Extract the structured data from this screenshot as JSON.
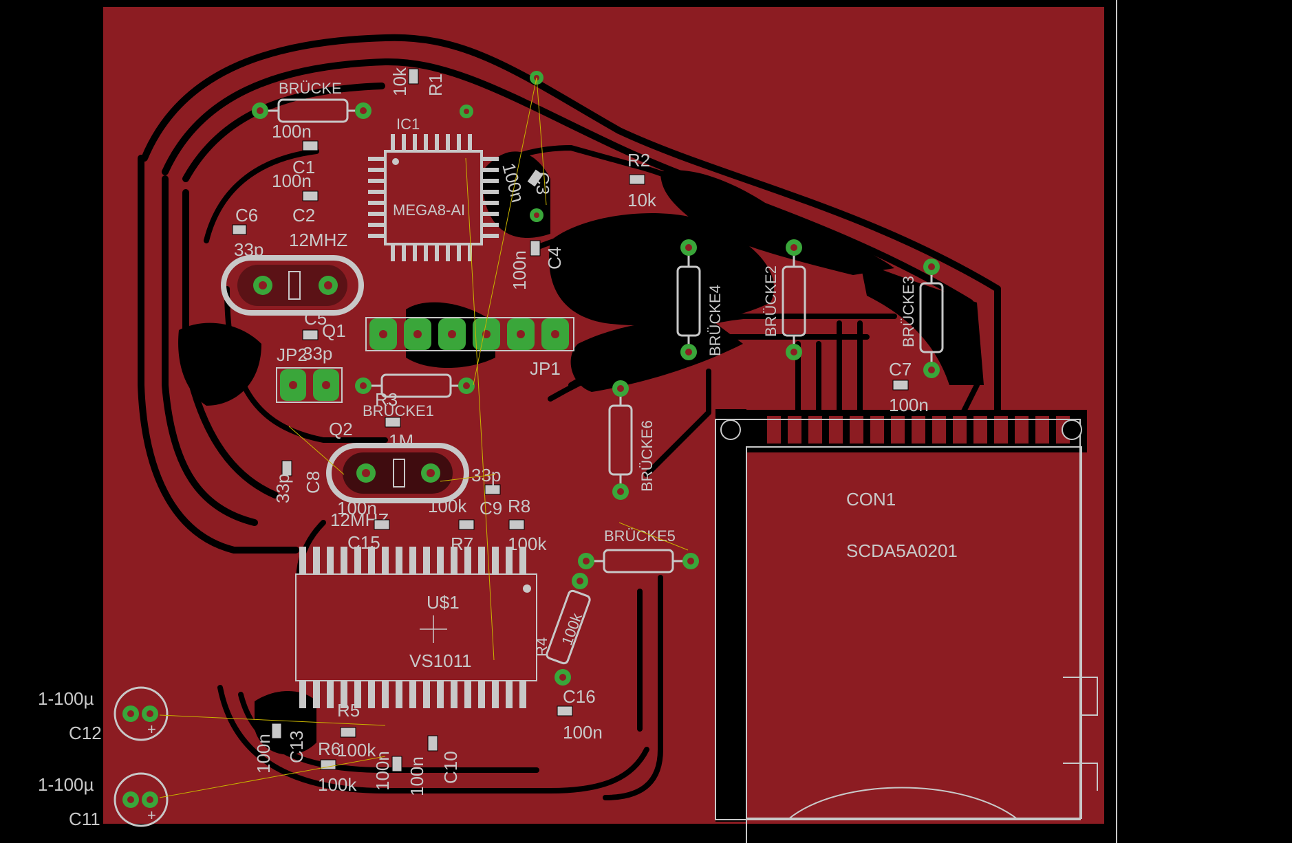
{
  "colors": {
    "background": "#000000",
    "copper_pour": "#8c1c22",
    "trace": "#8c1c22",
    "silkscreen": "#c8c8c8",
    "pad": "#3aa63a",
    "ratsnest": "#c8b400"
  },
  "components": {
    "bruecke_top": "BRÜCKE",
    "c1_value": "100n",
    "c1": "C1",
    "c2_value": "100n",
    "c2": "C2",
    "c6": "C6",
    "c6_value": "33p",
    "crystal_top_value": "12MHZ",
    "c5": "C5",
    "c5_value": "33p",
    "q1": "Q1",
    "jp2": "JP2",
    "r1": "R1",
    "r1_value": "10k",
    "ic1": "IC1",
    "ic1_value": "MEGA8-AI",
    "c3": "C3",
    "c3_value": "100n",
    "c4": "C4",
    "c4_value": "100n",
    "r2": "R2",
    "r2_value": "10k",
    "jp1": "JP1",
    "bruecke4": "BRÜCKE4",
    "bruecke2": "BRÜCKE2",
    "bruecke3": "BRÜCKE3",
    "c7": "C7",
    "c7_value": "100n",
    "r3": "R3",
    "bruecke1": "BRÜCKE1",
    "q2": "Q2",
    "r_1m": "1M",
    "c8": "C8",
    "c8_value": "33p",
    "c9": "C9",
    "c9_value": "33p",
    "crystal_bottom_value": "12MHZ",
    "c15": "C15",
    "c15_value": "100n",
    "r7": "R7",
    "r7_value": "100k",
    "r8": "R8",
    "r8_value": "100k",
    "bruecke6": "BRÜCKE6",
    "bruecke5": "BRÜCKE5",
    "u1": "U$1",
    "u1_value": "VS1011",
    "r4": "R4",
    "r4_value": "100k",
    "c16": "C16",
    "c16_value": "100n",
    "c13": "C13",
    "c13_value": "100n",
    "r5": "R5",
    "r5_value": "100k",
    "r6": "R6",
    "r6_value": "100k",
    "c14_value": "100n",
    "c10": "C10",
    "c10_value": "100n",
    "c12": "C12",
    "c12_value": "1-100µ",
    "c11": "C11",
    "c11_value": "1-100µ",
    "con1": "CON1",
    "con1_value": "SCDA5A0201"
  }
}
